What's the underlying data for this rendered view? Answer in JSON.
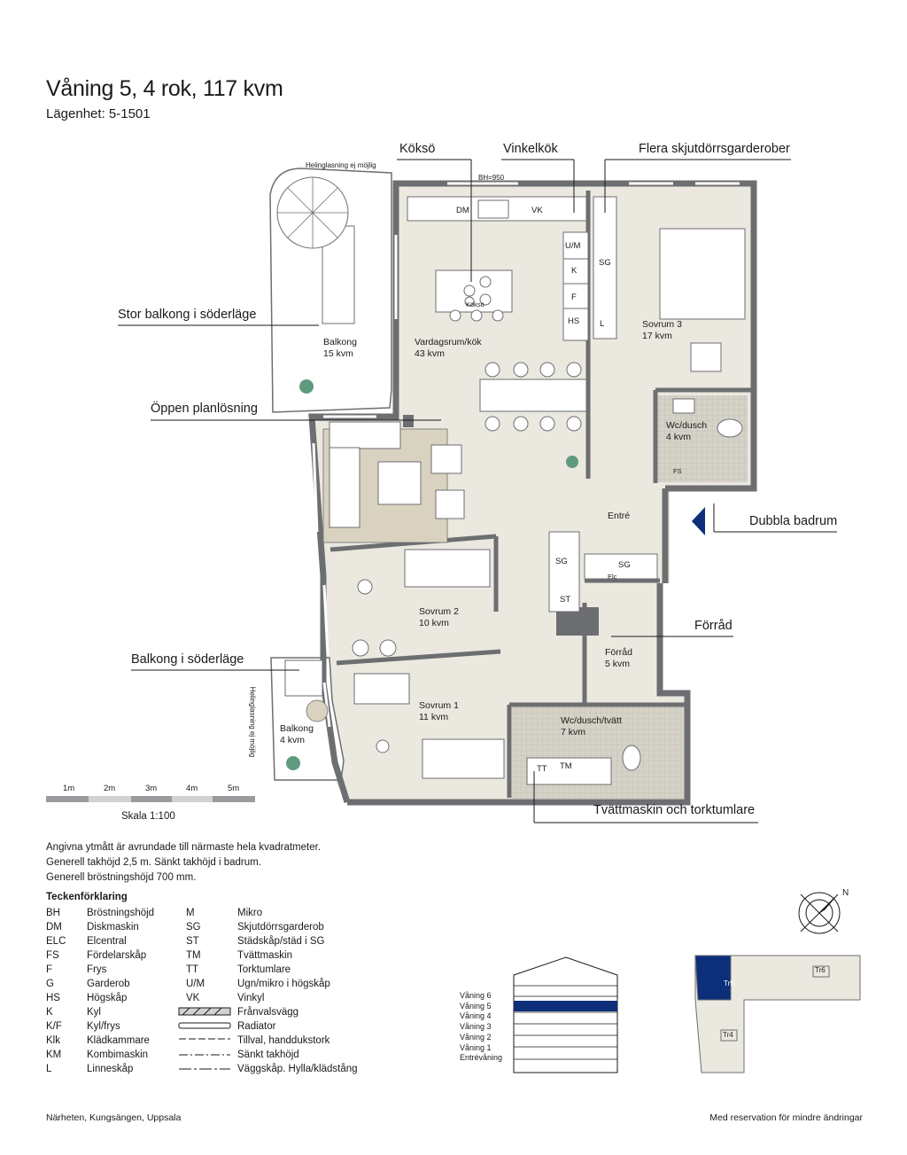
{
  "header": {
    "title": "Våning 5, 4 rok, 117 kvm",
    "subtitle": "Lägenhet: 5-1501"
  },
  "callouts": {
    "koksö": "Köksö",
    "vinkelkok": "Vinkelkök",
    "garderober": "Flera skjutdörrsgarderober",
    "stor_balkong": "Stor balkong i söderläge",
    "oppen": "Öppen planlösning",
    "dubbla_badrum": "Dubbla badrum",
    "forrad": "Förråd",
    "balkong_soder": "Balkong i söderläge",
    "tvatt": "Tvättmaskin och torktumlare"
  },
  "plan_labels": {
    "glazing_top": "Helinglasning ej möjlig",
    "glazing_side": "Helinglasning ej möjlig",
    "bh": "BH=950",
    "dm": "DM",
    "vk": "VK",
    "um": "U/M",
    "k": "K",
    "f": "F",
    "hs": "HS",
    "sg1": "SG",
    "l": "L",
    "koksö_label": "Köksö",
    "sg2": "SG",
    "sg3": "SG",
    "st": "ST",
    "elc": "Elc",
    "fs": "FS",
    "tt": "TT",
    "tm": "TM"
  },
  "rooms": {
    "balkong1": {
      "name": "Balkong",
      "area": "15 kvm"
    },
    "vardagsrum": {
      "name": "Vardagsrum/kök",
      "area": "43 kvm"
    },
    "sovrum3": {
      "name": "Sovrum 3",
      "area": "17 kvm"
    },
    "wc1": {
      "name": "Wc/dusch",
      "area": "4 kvm"
    },
    "entre": {
      "name": "Entré"
    },
    "sovrum2": {
      "name": "Sovrum 2",
      "area": "10 kvm"
    },
    "forrad": {
      "name": "Förråd",
      "area": "5 kvm"
    },
    "sovrum1": {
      "name": "Sovrum 1",
      "area": "11 kvm"
    },
    "wc2": {
      "name": "Wc/dusch/tvätt",
      "area": "7 kvm"
    },
    "balkong2": {
      "name": "Balkong",
      "area": "4 kvm"
    }
  },
  "scale": {
    "ticks": [
      "1m",
      "2m",
      "3m",
      "4m",
      "5m"
    ],
    "label": "Skala 1:100"
  },
  "notes": [
    "Angivna ytmått är avrundade till närmaste hela kvadratmeter.",
    "Generell takhöjd 2,5 m. Sänkt takhöjd i badrum.",
    "Generell bröstningshöjd 700 mm."
  ],
  "legend": {
    "title": "Teckenförklaring",
    "left": [
      {
        "code": "BH",
        "text": "Bröstningshöjd"
      },
      {
        "code": "DM",
        "text": "Diskmaskin"
      },
      {
        "code": "ELC",
        "text": "Elcentral"
      },
      {
        "code": "FS",
        "text": "Fördelarskåp"
      },
      {
        "code": "F",
        "text": "Frys"
      },
      {
        "code": "G",
        "text": "Garderob"
      },
      {
        "code": "HS",
        "text": "Högskåp"
      },
      {
        "code": "K",
        "text": "Kyl"
      },
      {
        "code": "K/F",
        "text": "Kyl/frys"
      },
      {
        "code": "Klk",
        "text": "Klädkammare"
      },
      {
        "code": "KM",
        "text": "Kombimaskin"
      },
      {
        "code": "L",
        "text": "Linneskåp"
      }
    ],
    "right": [
      {
        "code": "M",
        "text": "Mikro"
      },
      {
        "code": "SG",
        "text": "Skjutdörrsgarderob"
      },
      {
        "code": "ST",
        "text": "Städskåp/städ i SG"
      },
      {
        "code": "TM",
        "text": "Tvättmaskin"
      },
      {
        "code": "TT",
        "text": "Torktumlare"
      },
      {
        "code": "U/M",
        "text": "Ugn/mikro i högskåp"
      },
      {
        "code": "VK",
        "text": "Vinkyl"
      },
      {
        "symbol": "hatch",
        "text": "Frånvalsvägg"
      },
      {
        "symbol": "radiator",
        "text": "Radiator"
      },
      {
        "symbol": "towel",
        "text": "Tillval, handdukstork"
      },
      {
        "symbol": "dashdot",
        "text": "Sänkt takhöjd"
      },
      {
        "symbol": "dashdot2",
        "text": "Väggskåp. Hylla/klädstång"
      }
    ]
  },
  "floors": {
    "labels": [
      "Våning 6",
      "Våning 5",
      "Våning 4",
      "Våning 3",
      "Våning 2",
      "Våning 1",
      "Entrévåning"
    ],
    "highlight": "Våning 5",
    "highlight_color": "#0d2f7a"
  },
  "site": {
    "tr5": "Tr5",
    "tr6": "Tr6",
    "tr4": "Tr4",
    "compass": "N"
  },
  "footer": {
    "left": "Närheten, Kungsängen, Uppsala",
    "right": "Med reservation för mindre ändringar"
  },
  "colors": {
    "wall": "#6d6e71",
    "floor": "#ebe8df",
    "rug": "#d9d2c0",
    "accent": "#0d2f7a",
    "tile": "#d5d2c8"
  }
}
